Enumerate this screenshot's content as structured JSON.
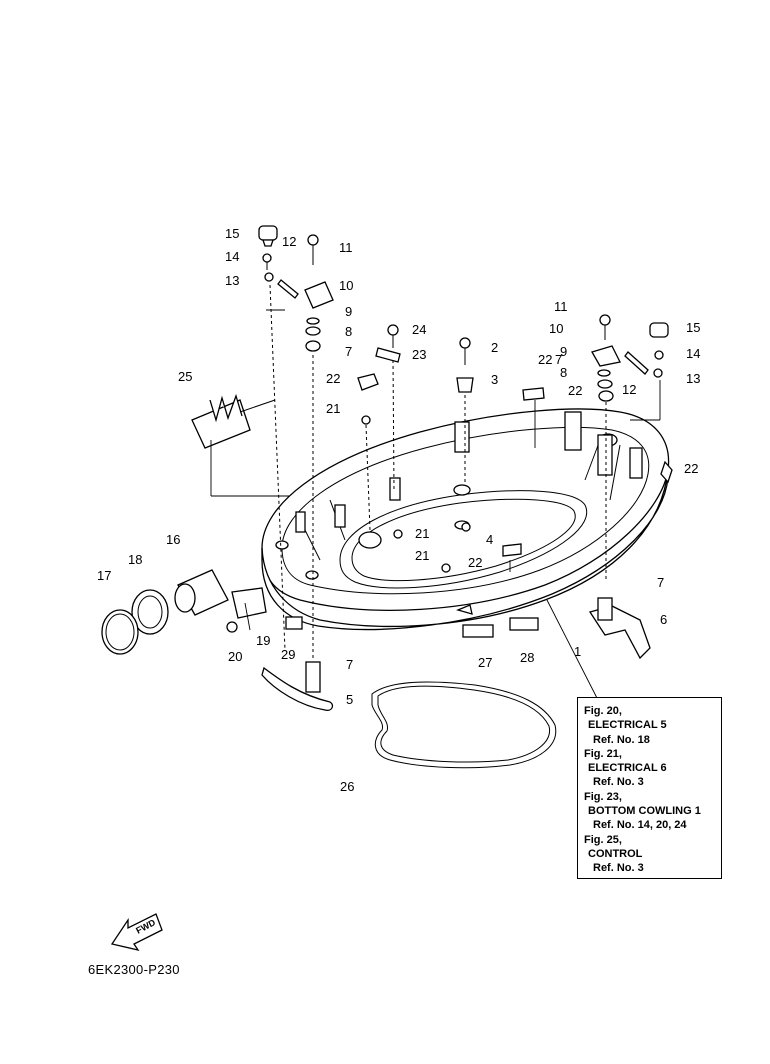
{
  "drawing_code": "6EK2300-P230",
  "fwd_label": "FWD",
  "reference_box": [
    {
      "text": "Fig. 20,",
      "indent": 0
    },
    {
      "text": "ELECTRICAL 5",
      "indent": 1
    },
    {
      "text": "Ref. No. 18",
      "indent": 2
    },
    {
      "text": "Fig. 21,",
      "indent": 0
    },
    {
      "text": "ELECTRICAL 6",
      "indent": 1
    },
    {
      "text": "Ref. No. 3",
      "indent": 2
    },
    {
      "text": "Fig. 23,",
      "indent": 0
    },
    {
      "text": "BOTTOM COWLING 1",
      "indent": 1
    },
    {
      "text": "Ref. No. 14, 20, 24",
      "indent": 2
    },
    {
      "text": "Fig. 25,",
      "indent": 0
    },
    {
      "text": "CONTROL",
      "indent": 1
    },
    {
      "text": "Ref. No. 3",
      "indent": 2
    }
  ],
  "callouts": [
    "15",
    "12",
    "11",
    "14",
    "13",
    "10",
    "9",
    "8",
    "7",
    "24",
    "23",
    "2",
    "3",
    "22",
    "21",
    "25",
    "16",
    "18",
    "17",
    "19",
    "20",
    "29",
    "5",
    "26",
    "27",
    "28",
    "1",
    "6",
    "4",
    "11",
    "10",
    "15",
    "9",
    "14",
    "8",
    "12",
    "13",
    "7",
    "22",
    "22",
    "21",
    "21",
    "22",
    "7",
    "7",
    "22"
  ]
}
